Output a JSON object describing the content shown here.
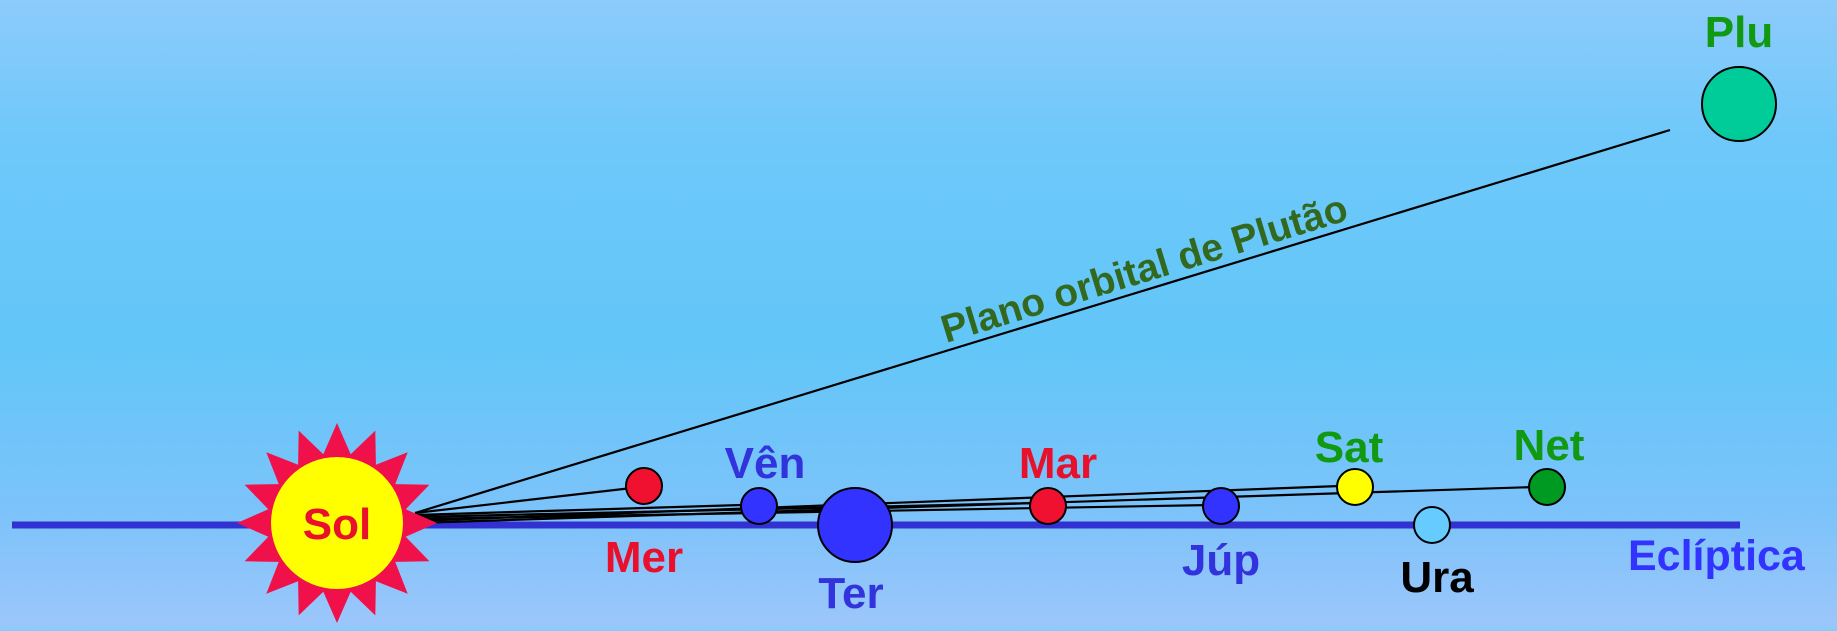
{
  "colors": {
    "ecliptic_line": "#3232d2",
    "sun_outer": "#f0104a",
    "sun_inner": "#ffff00",
    "orbit_line": "#000000",
    "pluto_label": "#33691e",
    "ecliptic_label": "#3333ff"
  },
  "sun": {
    "label": "Sol",
    "label_color": "#e8102a"
  },
  "ecliptic_label": "Eclíptica",
  "pluto_plane_label": "Plano orbital de Plutão",
  "planets": [
    {
      "id": "mer",
      "label": "Mer",
      "fill": "#f01030",
      "label_color": "#e8102a"
    },
    {
      "id": "ven",
      "label": "Vên",
      "fill": "#3333ff",
      "label_color": "#3333dd"
    },
    {
      "id": "ter",
      "label": "Ter",
      "fill": "#3333ff",
      "label_color": "#3333dd"
    },
    {
      "id": "mar",
      "label": "Mar",
      "fill": "#f01030",
      "label_color": "#e8102a"
    },
    {
      "id": "jup",
      "label": "Júp",
      "fill": "#3333ff",
      "label_color": "#3333dd"
    },
    {
      "id": "sat",
      "label": "Sat",
      "fill": "#ffff00",
      "label_color": "#119911"
    },
    {
      "id": "ura",
      "label": "Ura",
      "fill": "#66ccff",
      "label_color": "#000000"
    },
    {
      "id": "net",
      "label": "Net",
      "fill": "#009922",
      "label_color": "#119911"
    },
    {
      "id": "plu",
      "label": "Plu",
      "fill": "#00cc99",
      "label_color": "#119911"
    }
  ]
}
